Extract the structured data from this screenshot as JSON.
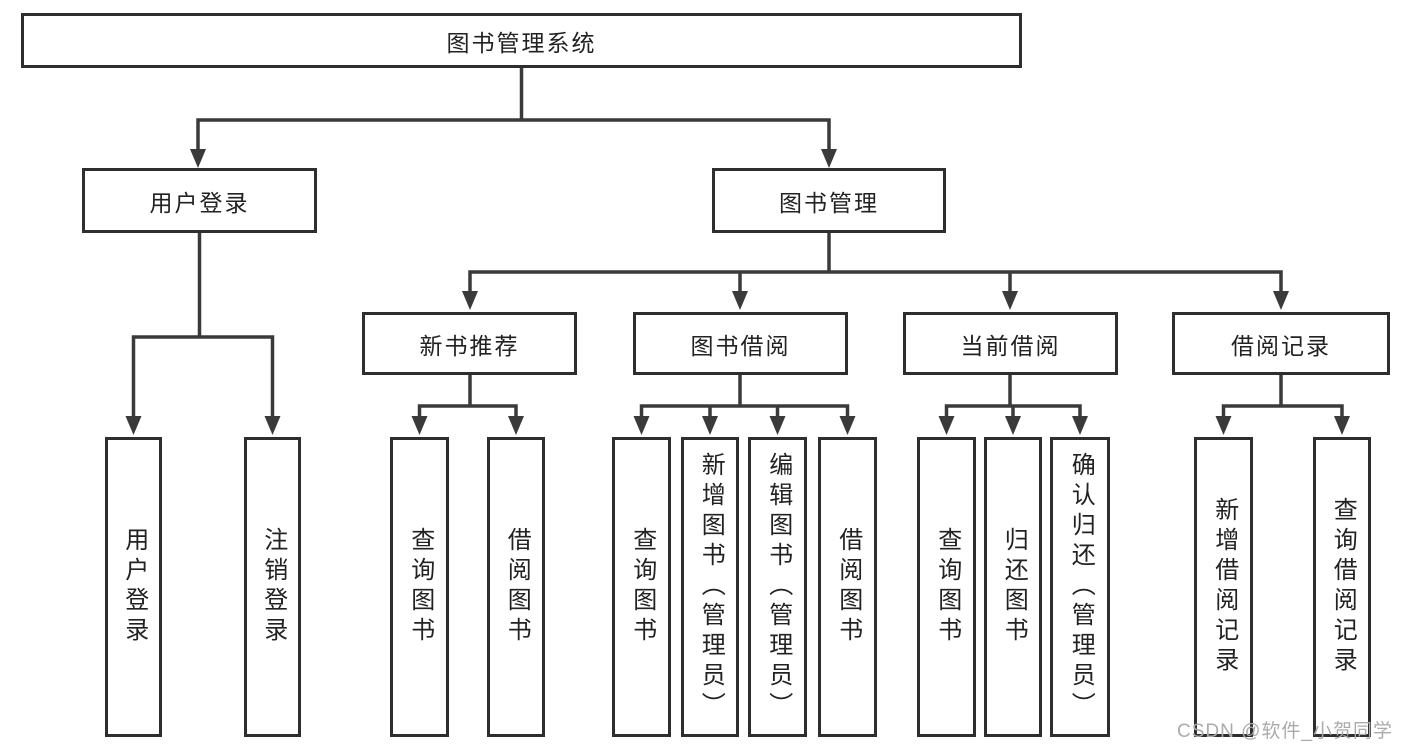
{
  "watermark": "CSDN @软件_小贺同学",
  "colors": {
    "line": "#3a3a3a",
    "box_border": "#2e2e2e",
    "text": "#222222",
    "watermark": "#ababab"
  },
  "tree": {
    "label": "图书管理系统",
    "children": [
      {
        "label": "用户登录",
        "children": [
          {
            "label": "用户登录"
          },
          {
            "label": "注销登录"
          }
        ]
      },
      {
        "label": "图书管理",
        "children": [
          {
            "label": "新书推荐",
            "children": [
              {
                "label": "查询图书"
              },
              {
                "label": "借阅图书"
              }
            ]
          },
          {
            "label": "图书借阅",
            "children": [
              {
                "label": "查询图书"
              },
              {
                "label": "新增图书（管理员）"
              },
              {
                "label": "编辑图书（管理员）"
              },
              {
                "label": "借阅图书"
              }
            ]
          },
          {
            "label": "当前借阅",
            "children": [
              {
                "label": "查询图书"
              },
              {
                "label": "归还图书"
              },
              {
                "label": "确认归还（管理员）"
              }
            ]
          },
          {
            "label": "借阅记录",
            "children": [
              {
                "label": "新增借阅记录"
              },
              {
                "label": "查询借阅记录"
              }
            ]
          }
        ]
      }
    ]
  }
}
